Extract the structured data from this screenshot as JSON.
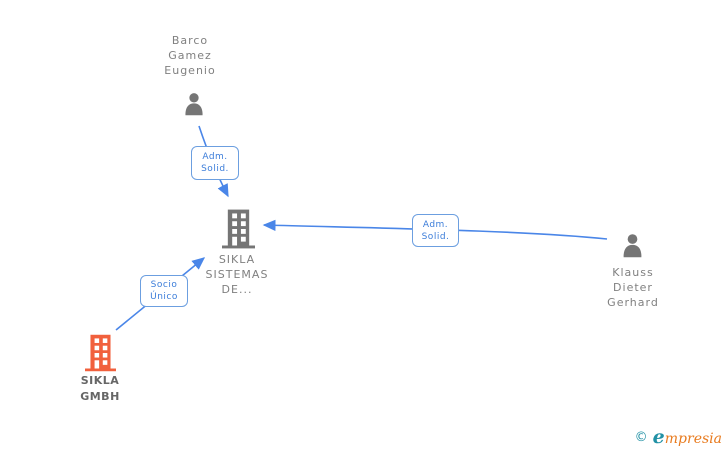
{
  "diagram": {
    "colors": {
      "background": "#ffffff",
      "line_blue": "#4a86e8",
      "box_border": "#6c9fe0",
      "label_blue": "#3c7dd9",
      "icon_gray": "#757575",
      "text_gray": "#808080",
      "text_dark": "#666666",
      "icon_orange": "#f1603d",
      "logo_teal": "#2191a5",
      "logo_orange": "#e87b1f"
    },
    "nodes": {
      "person_top": {
        "type": "person",
        "name": "Barco Gamez Eugenio",
        "lines": [
          "Barco",
          "Gamez",
          "Eugenio"
        ]
      },
      "company_center": {
        "type": "company",
        "name": "SIKLA SISTEMAS DE...",
        "lines": [
          "SIKLA",
          "SISTEMAS",
          "DE..."
        ]
      },
      "person_right": {
        "type": "person",
        "name": "Klauss Dieter Gerhard",
        "lines": [
          "Klauss",
          "Dieter",
          "Gerhard"
        ]
      },
      "company_left": {
        "type": "company",
        "name": "SIKLA GMBH",
        "lines": [
          "SIKLA",
          "GMBH"
        ]
      }
    },
    "edge_labels": {
      "adm_top": {
        "lines": [
          "Adm.",
          "Solid."
        ]
      },
      "adm_right": {
        "lines": [
          "Adm.",
          "Solid."
        ]
      },
      "socio": {
        "lines": [
          "Socio",
          "Único"
        ]
      }
    },
    "footer": {
      "copyright": "©",
      "brand_initial": "e",
      "brand_rest": "mpresia"
    }
  }
}
